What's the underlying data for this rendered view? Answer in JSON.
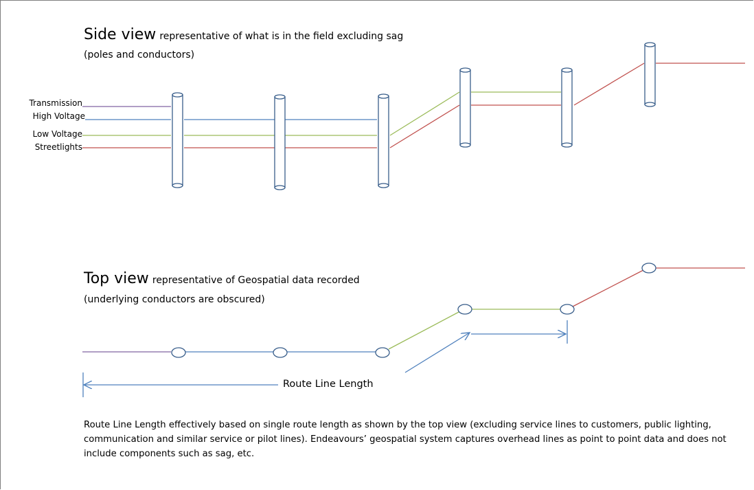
{
  "side_view": {
    "title": "Side view",
    "description": "representative of what is in the field excluding sag",
    "subtitle": "(poles and conductors)",
    "line_labels": [
      "Transmission",
      "High Voltage",
      "Low Voltage",
      "Streetlights"
    ]
  },
  "top_view": {
    "title": "Top view",
    "description": "representative of Geospatial data recorded",
    "subtitle": "(underlying conductors are obscured)",
    "route_label": "Route Line Length"
  },
  "note": "Route Line Length effectively based on single route length as shown by the top view (excluding service lines to customers, public  lighting, communication and similar service or pilot lines). Endeavours’ geospatial system captures overhead lines as point to point data and does not include components such as sag, etc.",
  "colors": {
    "transmission": "#8064a2",
    "high_voltage": "#4f81bd",
    "low_voltage": "#9bbb59",
    "streetlights": "#c0504d",
    "pole_outline": "#385d8a",
    "frame": "#7f7f7f"
  }
}
